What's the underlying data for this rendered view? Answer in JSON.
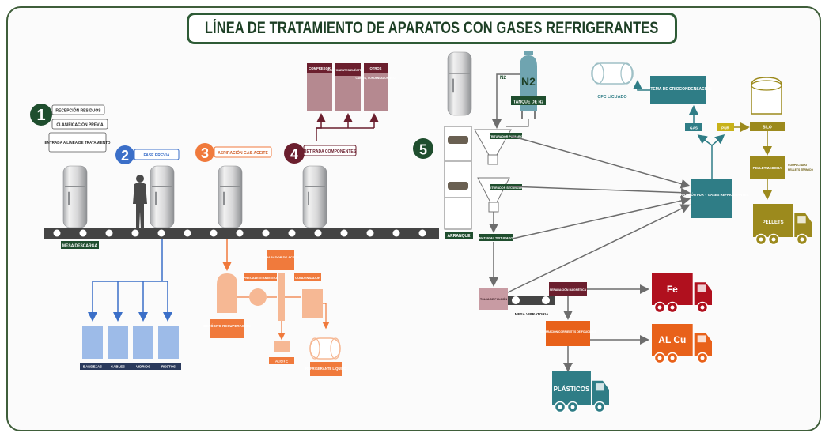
{
  "title": "LÍNEA DE TRATAMIENTO DE APARATOS CON GASES REFRIGERANTES",
  "steps": [
    {
      "number": "1",
      "labels": [
        "RECEPCIÓN RESIDUOS",
        "CLASIFICACIÓN PREVIA",
        "ENTRADA A LÍNEA DE TRATAMIENTO"
      ]
    },
    {
      "number": "2",
      "label": "FASE PREVIA"
    },
    {
      "number": "3",
      "label": "ASPIRACIÓN GAS-ACEITE"
    },
    {
      "number": "4",
      "label": "RETIRADA COMPONENTES"
    },
    {
      "number": "5"
    }
  ],
  "conveyor": {
    "start_label": "MESA DESCARGA",
    "end_label": "ARRANQUE"
  },
  "phase2_bins": [
    "BANDEJAS",
    "CABLES",
    "VIDRIOS",
    "RESTOS"
  ],
  "phase3": {
    "deposit": "DEPÓSITO RECUPERACIÓN",
    "heater": "PRECALENTAMIENTO",
    "separator": "SEPARADOR DE ACEITE",
    "condenser": "CONDENSADOR",
    "oil": "ACEITE",
    "liquid_refrigerant": "REFRIGERANTE LÍQUIDO"
  },
  "phase4_components": [
    "COMPRESOR",
    "COMPONENTES ELÉCTRICOS",
    "OTROS"
  ],
  "phase4_note": "CABLES, CONDENSADOR, ETC.",
  "phase5": {
    "n2_label": "N2",
    "n2_tank": "TANQUE DE N2",
    "n2_tank_text": "N2",
    "crusher_1": "TRITURADOR PRIMARIO",
    "crusher_2": "TRITURADOR SECUNDARIO",
    "crushed_material": "MATERIAL TRITURADO",
    "magnetic_separation": "SEPARACIÓN MAGNÉTICA",
    "vibrating_table": "MESA VIBRATORIA",
    "feeder": "TOLVA DE PULMÓN",
    "nonferrous_separation": "SEPARACIÓN CORRIENTES DE FOUCAULT"
  },
  "gas_treatment": {
    "aspiration": "ASPIRACIÓN PUR Y GASES REFRIGERANTES",
    "cryo": "SISTEMA DE CRIOCONDENSACIÓN",
    "gas": "GAS",
    "pur": "PUR",
    "cfc": "CFC LICUADO"
  },
  "pur_line": {
    "silo": "SILO",
    "pelletizer": "PELLETIZADORA",
    "notes": [
      "COMPACTADO",
      "PELLETS TÉRMICO"
    ],
    "pellets": "PELLETS"
  },
  "trucks": {
    "fe": "Fe",
    "alcu": "AL Cu",
    "plastics": "PLÁSTICOS",
    "pellets": "PELLETS"
  },
  "colors": {
    "green": "#1f4e2e",
    "blue": "#3b6fc8",
    "blue_light": "#9dbbe8",
    "orange": "#f07a3c",
    "orange_light": "#f6b894",
    "maroon": "#6b1f2e",
    "rose": "#b58990",
    "teal": "#2f7d86",
    "teal_light": "#6fa4b0",
    "olive": "#9c8a1d",
    "red_truck": "#b0101e",
    "orange_truck": "#e8611a",
    "conveyor": "#444444"
  }
}
